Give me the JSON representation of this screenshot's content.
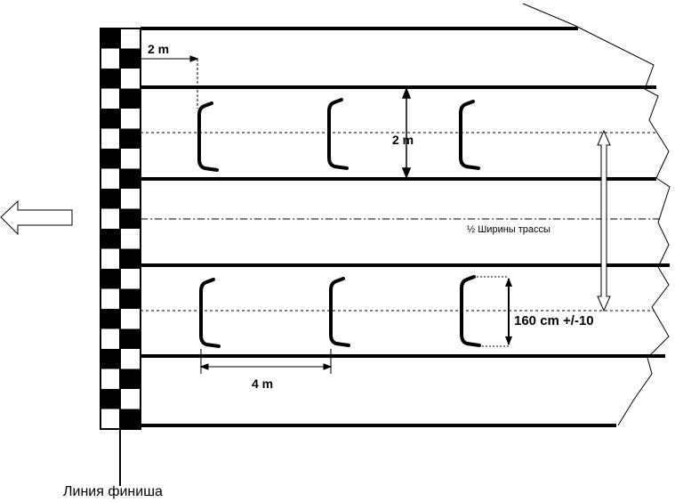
{
  "labels": {
    "gap_2m_top": "2 m",
    "lane_width": "2 m",
    "half_track": "½ Ширины трассы",
    "gate_height": "160 cm +/-10",
    "gate_spacing": "4 m",
    "finish_line": "Линия финиша"
  },
  "colors": {
    "line": "#000000",
    "background": "#ffffff"
  },
  "icons": {
    "direction": "left-arrow-icon"
  }
}
